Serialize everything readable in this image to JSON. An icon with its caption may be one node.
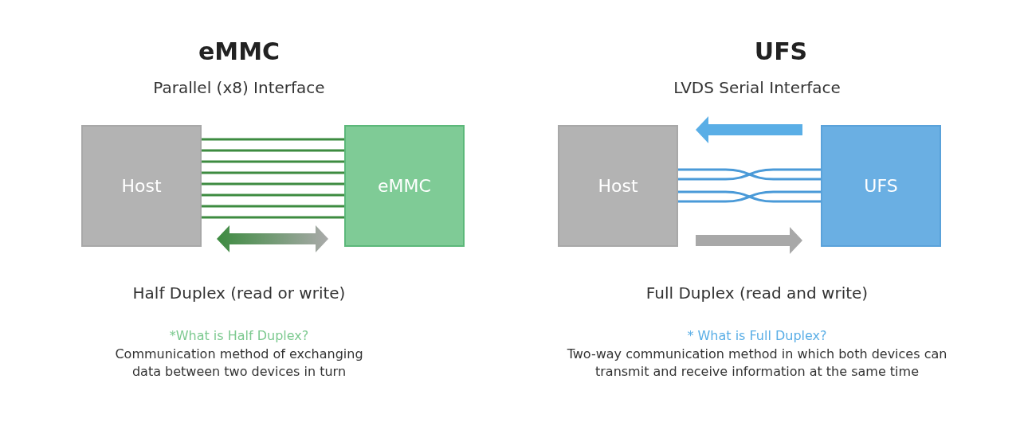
{
  "diagram": {
    "nodes": [
      {
        "text": [
          "Host"
        ]
      },
      {
        "text": [
          "eMMC"
        ]
      },
      {
        "text": [
          "Host"
        ]
      },
      {
        "text": [
          "UFS"
        ]
      }
    ],
    "edges": [
      {
        "from": 0,
        "to": 1,
        "arrow": "none"
      },
      {
        "from": 0,
        "to": 1,
        "arrow": "none"
      },
      {
        "from": 0,
        "to": 1,
        "arrow": "none"
      },
      {
        "from": 0,
        "to": 1,
        "arrow": "none"
      },
      {
        "from": 0,
        "to": 1,
        "arrow": "none"
      },
      {
        "from": 0,
        "to": 1,
        "arrow": "none"
      },
      {
        "from": 0,
        "to": 1,
        "arrow": "none"
      },
      {
        "from": 0,
        "to": 1,
        "arrow": "none"
      },
      {
        "from": 2,
        "to": 3,
        "arrow": "none",
        "color": "#4a9ad8"
      },
      {
        "from": 2,
        "to": 3,
        "arrow": "none",
        "color": "#4a9ad8"
      },
      {
        "from": 2,
        "to": 3,
        "arrow": "none",
        "color": "#4a9ad8"
      },
      {
        "from": 2,
        "to": 3,
        "arrow": "none",
        "color": "#4a9ad8"
      }
    ],
    "labels": [
      "eMMC",
      "UFS",
      "Parallel (x8) Interface",
      "LVDS Serial Interface",
      "Half Duplex (read or write)",
      "Full Duplex (read and write)",
      "*What is Half Duplex?",
      "* What is Full Duplex?",
      "Communication method of exchanging data between two devices in turn",
      "Two-way communication method in which both devices can transmit and receive information at the same time"
    ]
  }
}
